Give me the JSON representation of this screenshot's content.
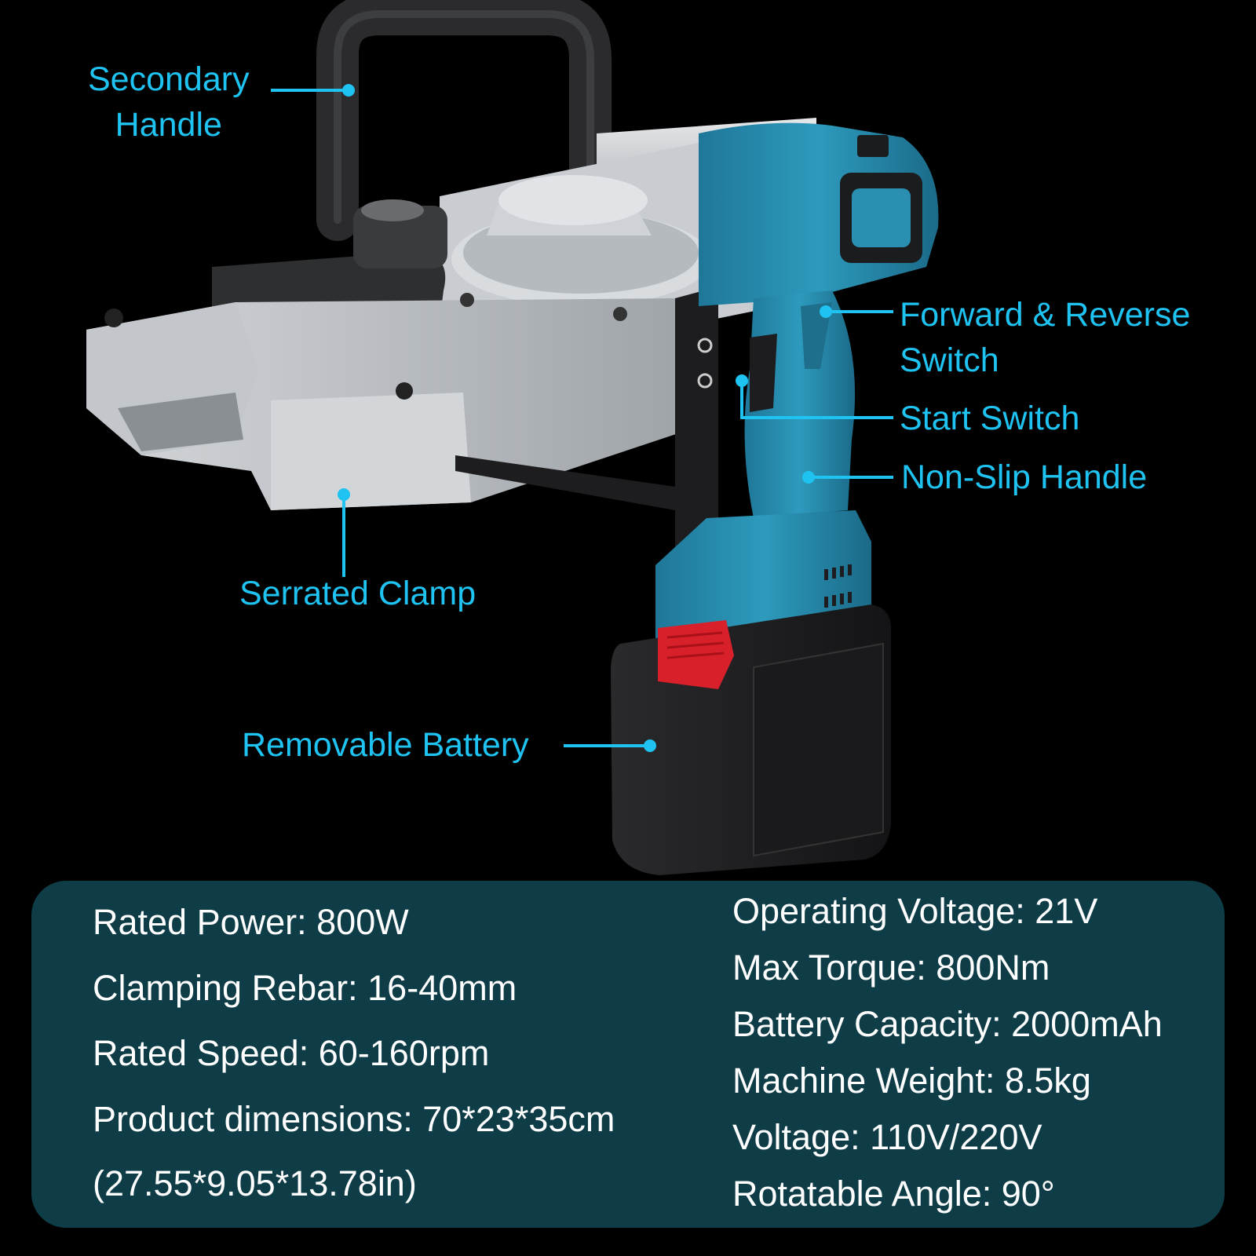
{
  "colors": {
    "background": "#000000",
    "callout": "#1fc3f2",
    "panel": "#0f3d47",
    "tool_blue": "#2a8fb0",
    "tool_silver": "#c8cbce",
    "battery_black": "#1c1c1e",
    "battery_latch": "#d8202a"
  },
  "callouts": {
    "secondary_handle": {
      "line1": "Secondary",
      "line2": "Handle"
    },
    "forward_reverse": {
      "line1": "Forward & Reverse",
      "line2": "Switch"
    },
    "start_switch": "Start Switch",
    "non_slip_handle": "Non-Slip Handle",
    "serrated_clamp": "Serrated Clamp",
    "removable_battery": "Removable Battery"
  },
  "specs": {
    "left": [
      "Rated Power: 800W",
      "Clamping Rebar: 16-40mm",
      "Rated Speed: 60-160rpm",
      "Product dimensions: 70*23*35cm",
      "(27.55*9.05*13.78in)"
    ],
    "right": [
      "Operating Voltage: 21V",
      "Max Torque: 800Nm",
      "Battery Capacity: 2000mAh",
      "Machine Weight: 8.5kg",
      "Voltage: 110V/220V",
      "Rotatable Angle: 90°"
    ]
  }
}
